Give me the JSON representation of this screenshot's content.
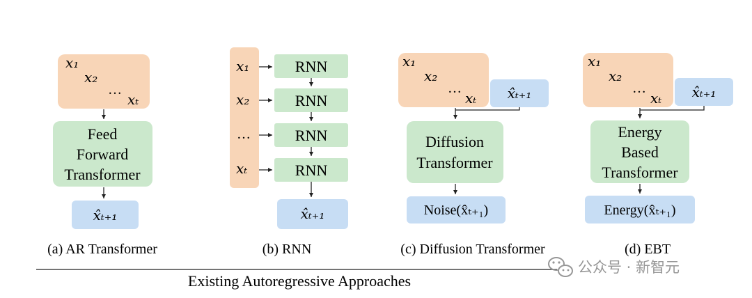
{
  "colors": {
    "orange": "#F8D5B7",
    "green": "#CBE8CC",
    "blue": "#C7DDF4",
    "line": "#222222"
  },
  "panels": {
    "ar": {
      "inputs": [
        "x₁",
        "x₂",
        "…",
        "xₜ"
      ],
      "model": [
        "Feed",
        "Forward",
        "Transformer"
      ],
      "output": "x̂ₜ₊₁",
      "caption": "(a) AR Transformer"
    },
    "rnn": {
      "inputs": [
        "x₁",
        "x₂",
        "…",
        "xₜ"
      ],
      "cells": [
        "RNN",
        "RNN",
        "RNN",
        "RNN"
      ],
      "output": "x̂ₜ₊₁",
      "caption": "(b) RNN"
    },
    "diffusion": {
      "inputs": [
        "x₁",
        "x₂",
        "…",
        "xₜ"
      ],
      "extra": "x̂ₜ₊₁",
      "model": [
        "Diffusion",
        "Transformer"
      ],
      "output": "Noise(x̂ₜ₊₁)",
      "caption": "(c) Diffusion Transformer"
    },
    "ebt": {
      "inputs": [
        "x₁",
        "x₂",
        "…",
        "xₜ"
      ],
      "extra": "x̂ₜ₊₁",
      "model": [
        "Energy",
        "Based",
        "Transformer"
      ],
      "output": "Energy(x̂ₜ₊₁)",
      "caption": "(d) EBT"
    }
  },
  "footer": "Existing Autoregressive Approaches",
  "watermark": {
    "icon": "wechat-icon",
    "text": "公众号 · 新智元"
  }
}
